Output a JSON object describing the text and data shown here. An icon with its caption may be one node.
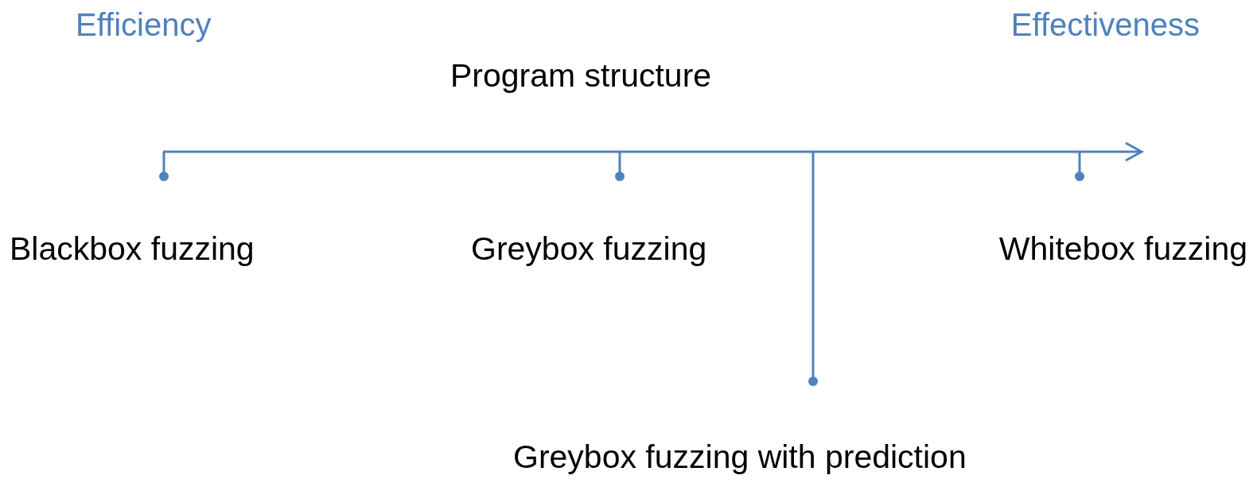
{
  "diagram": {
    "labels": [
      "Efficiency",
      "Effectiveness",
      "Program structure",
      "Blackbox fuzzing",
      "Greybox fuzzing",
      "Whitebox fuzzing",
      "Greybox fuzzing with prediction"
    ]
  }
}
